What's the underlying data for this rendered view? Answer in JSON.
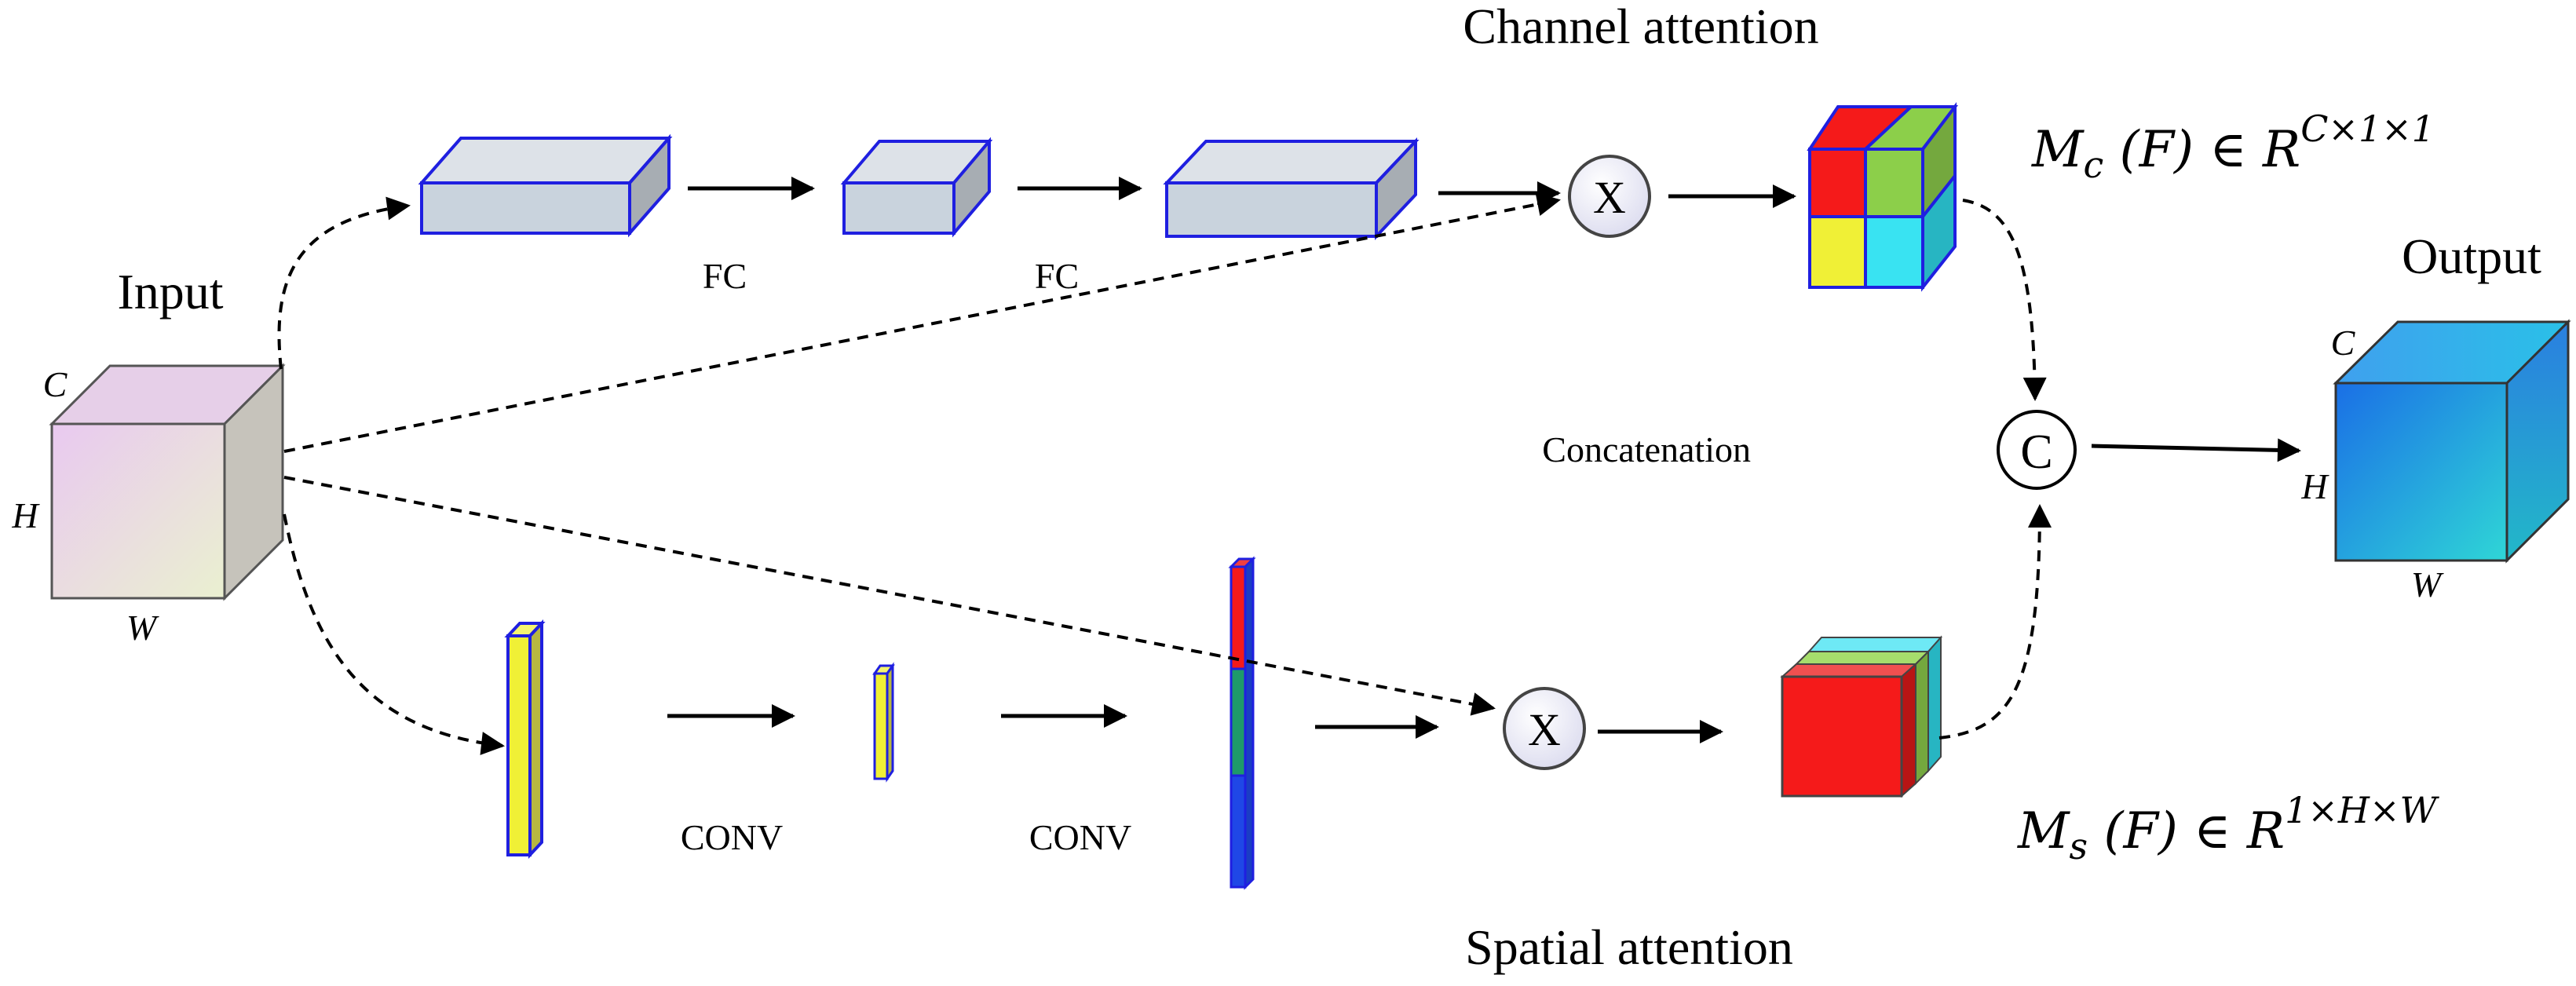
{
  "labels": {
    "channel_attention": "Channel attention",
    "spatial_attention": "Spatial attention",
    "input": "Input",
    "output": "Output",
    "concatenation": "Concatenation",
    "fc1": "FC",
    "fc2": "FC",
    "conv1": "CONV",
    "conv2": "CONV",
    "input_c": "C",
    "input_h": "H",
    "input_w": "W",
    "output_c": "C",
    "output_h": "H",
    "output_w": "W",
    "multiply_top": "X",
    "multiply_bottom": "X",
    "concat_symbol": "C"
  },
  "formulas": {
    "mc": {
      "base": "M",
      "sub": "c",
      "arg": " (F) ∈ R",
      "sup": "C×1×1"
    },
    "ms": {
      "base": "M",
      "sub": "s",
      "arg": " (F) ∈ R",
      "sup": "1×H×W"
    }
  },
  "colors": {
    "block_fill": "#c9d3dd",
    "block_outline": "#1f1fe0",
    "yellow": "#f0f036",
    "red": "#f51a1a",
    "green": "#8ccf4a",
    "cyan": "#39e3f2",
    "blue_strip": "#1f47e6",
    "teal_strip": "#1e9a6a"
  }
}
